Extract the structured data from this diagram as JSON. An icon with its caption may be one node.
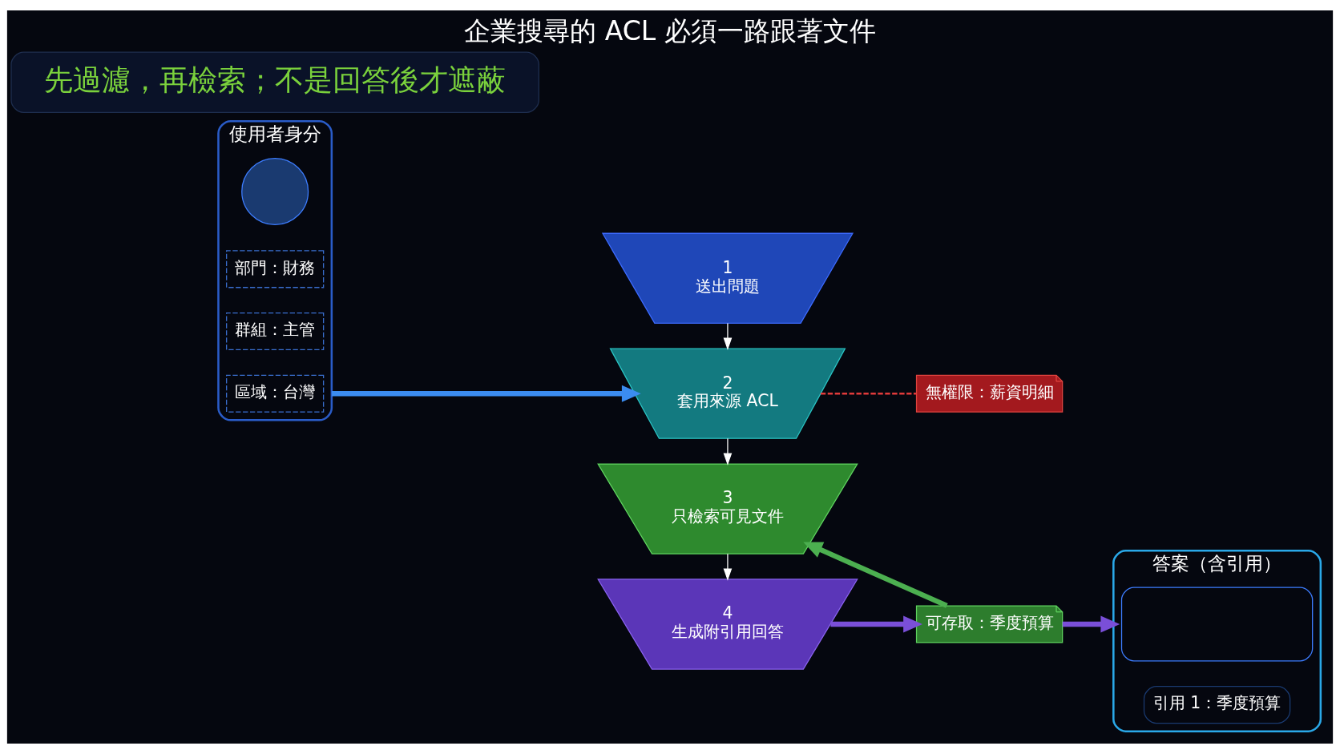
{
  "diagram": {
    "title": "企業搜尋的 ACL 必須一路跟著文件",
    "nodes": [
      {
        "text": [
          "使用者身分"
        ]
      },
      {
        "text": [],
        "shape": "person",
        "in": 0
      },
      {
        "text": [
          "部門：財務"
        ],
        "in": 0
      },
      {
        "text": [
          "群組：主管"
        ],
        "in": 0
      },
      {
        "text": [
          "區域：台灣"
        ],
        "in": 0
      },
      {
        "text": [
          "1",
          "送出問題"
        ]
      },
      {
        "text": [
          "2",
          "套用來源 ACL"
        ]
      },
      {
        "text": [
          "3",
          "只檢索可見文件"
        ]
      },
      {
        "text": [
          "4",
          "生成附引用回答"
        ]
      },
      {
        "text": [
          "無權限：薪資明細"
        ]
      },
      {
        "text": [
          "可存取：季度預算"
        ]
      },
      {
        "text": [
          "答案（含引用）"
        ]
      },
      {
        "text": [],
        "shape": "box",
        "in": 11
      },
      {
        "text": [
          "引用 1：季度預算"
        ],
        "in": 11
      },
      {
        "text": [
          "先過濾，再檢索；不是回答後才遮蔽"
        ]
      }
    ],
    "edges": [
      {
        "from": 0,
        "to": 6,
        "arrow": "to",
        "style": "thick",
        "color": "#3b8cf0"
      },
      {
        "from": 5,
        "to": 6,
        "arrow": "to"
      },
      {
        "from": 6,
        "to": 7,
        "arrow": "to"
      },
      {
        "from": 7,
        "to": 8,
        "arrow": "to"
      },
      {
        "from": 6,
        "to": 9,
        "arrow": "none",
        "style": "dashed",
        "color": "#e03a3a"
      },
      {
        "from": 10,
        "to": 7,
        "arrow": "to",
        "style": "thick",
        "color": "#4caf50"
      },
      {
        "from": 8,
        "to": 10,
        "arrow": "to",
        "style": "thick",
        "color": "#7a4fd8"
      },
      {
        "from": 10,
        "to": 11,
        "arrow": "to",
        "style": "thick",
        "color": "#7a4fd8"
      }
    ]
  }
}
